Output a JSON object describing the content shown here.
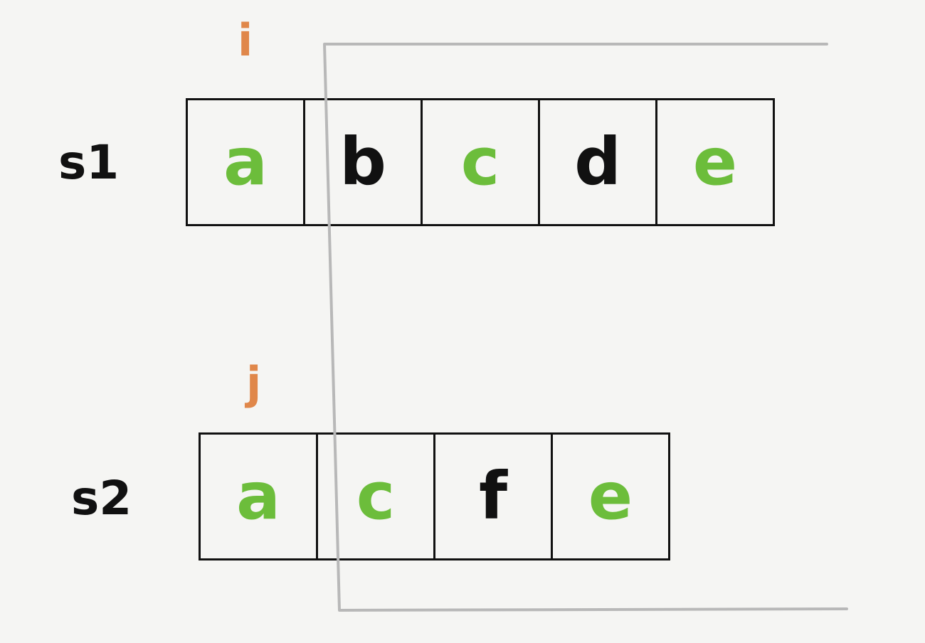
{
  "colors": {
    "match": "#6cbd3b",
    "other": "#111111",
    "pointer": "#e0874a",
    "bracket": "#b8b8b8"
  },
  "pointers": {
    "i": "i",
    "j": "j"
  },
  "s1": {
    "label": "s1",
    "cells": [
      {
        "char": "a",
        "match": true
      },
      {
        "char": "b",
        "match": false
      },
      {
        "char": "c",
        "match": true
      },
      {
        "char": "d",
        "match": false
      },
      {
        "char": "e",
        "match": true
      }
    ]
  },
  "s2": {
    "label": "s2",
    "cells": [
      {
        "char": "a",
        "match": true
      },
      {
        "char": "c",
        "match": true
      },
      {
        "char": "f",
        "match": false
      },
      {
        "char": "e",
        "match": true
      }
    ]
  }
}
